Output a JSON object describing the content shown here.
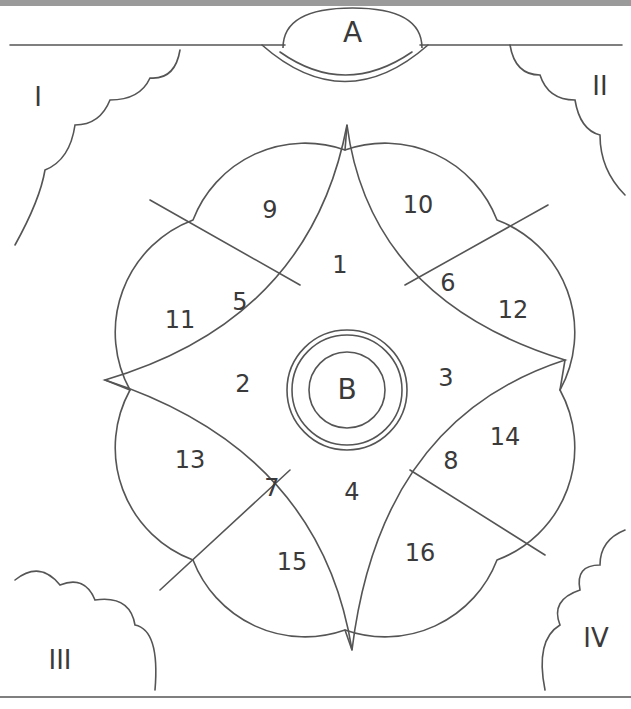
{
  "diagram": {
    "nodes": [
      {
        "text": [
          "A"
        ]
      },
      {
        "text": [
          "B"
        ]
      }
    ],
    "labels": [
      "I",
      "II",
      "9",
      "10",
      "1",
      "5",
      "6",
      "11",
      "12",
      "2",
      "3",
      "8",
      "14",
      "13",
      "7",
      "4",
      "15",
      "16",
      "III",
      "IV"
    ]
  }
}
